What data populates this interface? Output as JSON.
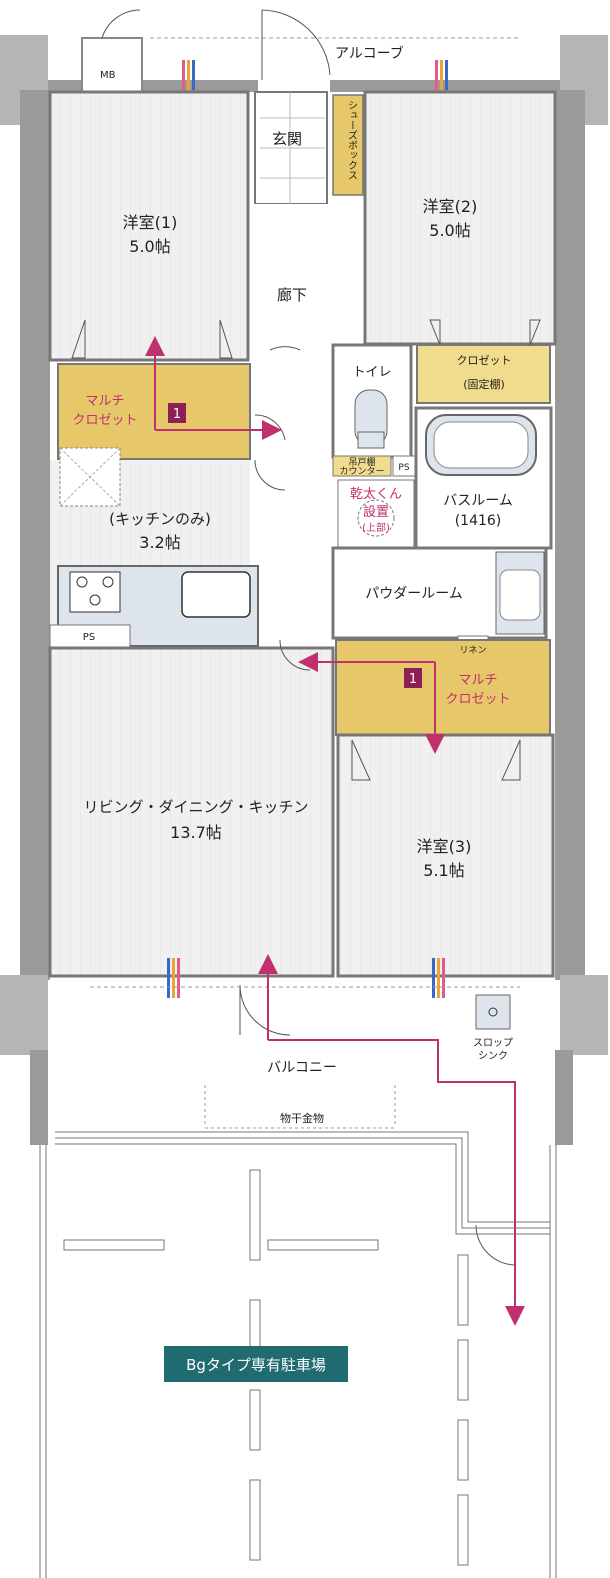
{
  "labels": {
    "mb": "MB",
    "alcove": "アルコーブ",
    "entrance": "玄関",
    "shoebox": "シューズボックス",
    "room1_name": "洋室(1)",
    "room1_size": "5.0帖",
    "room2_name": "洋室(2)",
    "room2_size": "5.0帖",
    "room3_name": "洋室(3)",
    "room3_size": "5.1帖",
    "hallway": "廊下",
    "closet": "クロゼット",
    "closet_fixed": "(固定棚)",
    "toilet": "トイレ",
    "hanging_shelf_1": "吊戸棚",
    "hanging_shelf_2": "カウンター",
    "ps": "PS",
    "dryer_1": "乾太くん",
    "dryer_2": "設置",
    "dryer_3": "(上部)",
    "bathroom": "バスルーム",
    "bathroom_size": "(1416)",
    "powder_room": "パウダールーム",
    "linen": "リネン",
    "multi_closet_1": "マルチ",
    "multi_closet_2": "クロゼット",
    "badge": "1",
    "kitchen_only": "(キッチンのみ)",
    "kitchen_size": "3.2帖",
    "ldk_name": "リビング・ダイニング・キッチン",
    "ldk_size": "13.7帖",
    "balcony": "バルコニー",
    "drying_rack": "物干金物",
    "slop_sink_1": "スロップ",
    "slop_sink_2": "シンク",
    "parking": "Bgタイプ専有駐車場"
  },
  "colors": {
    "wall": "#9a9a9a",
    "room_floor": "#efefef",
    "multi_closet": "#e6c86a",
    "closet": "#f1dc8e",
    "magenta": "#c0306e",
    "teal": "#1f6b6f",
    "fixture": "#dde4ec"
  }
}
